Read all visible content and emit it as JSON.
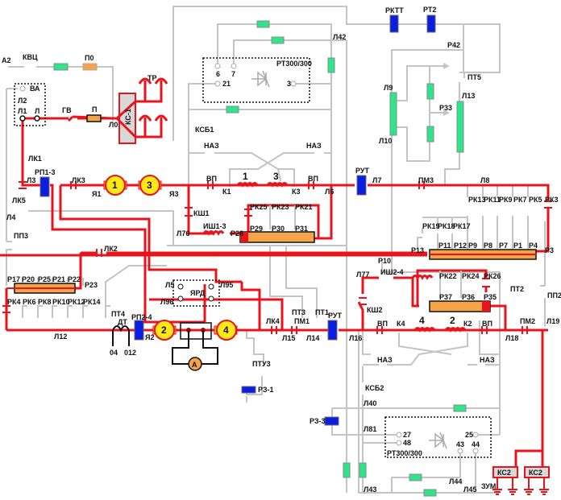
{
  "diagram": {
    "title": "Electrical circuit schematic (traction power circuit)",
    "colors": {
      "energized_wire": "#e8141c",
      "inactive_wire": "#c4c4c4",
      "resistor": "#2de68a",
      "relay_coil": "#0a1ee0",
      "motor": "#ffe81a",
      "rheostat": "#f5a44a"
    },
    "top_left": {
      "a2": "А2",
      "kvc": "КВЦ",
      "p0": "П0",
      "va": "ВА",
      "l2": "Л2",
      "l1": "Л1",
      "l": "Л",
      "gv": "ГВ",
      "p": "П",
      "l0": "Л0",
      "tr": "ТР",
      "ks1": "КС-1",
      "lk1": "ЛК1"
    },
    "rt_top": {
      "name": "РТ300/300",
      "t6": "6",
      "t7": "7",
      "t21": "21",
      "t3": "3",
      "l42": "Л42",
      "ksb1": "КСБ1",
      "naz_left": "НАЗ",
      "naz_right": "НАЗ"
    },
    "top_right": {
      "rktt": "РКТТ",
      "rt2": "РТ2",
      "r42": "Р42",
      "pt5": "ПТ5",
      "l9": "Л9",
      "l10": "Л10",
      "r33": "Р33",
      "l13": "Л13"
    },
    "motor_row_1": {
      "lk5": "ЛК5",
      "l4": "Л4",
      "l3": "Л3",
      "rp13": "РП1-3",
      "lk3": "ЛК3",
      "ya1": "Я1",
      "m1": "1",
      "m3": "3",
      "ya3": "Я3",
      "vp_left": "ВП",
      "k1": "К1",
      "field1": "1",
      "field3": "3",
      "k3": "К3",
      "vp_right": "ВП",
      "l6": "Л6",
      "rut": "РУТ",
      "l7": "Л7",
      "pm3": "ПМ3",
      "l8": "Л8",
      "ksh1": "КШ1",
      "l76": "Л76",
      "ish13": "ИШ1-3",
      "r28": "Р28",
      "rk25": "РК25",
      "rk23": "РК23",
      "rk21": "РК21",
      "r29": "Р29",
      "r30": "Р30",
      "r31": "Р31"
    },
    "rheostat_right": {
      "rk_top": [
        "РК13",
        "РК11",
        "РК9",
        "РК7",
        "РК5",
        "РК3"
      ],
      "rk_mid": [
        "РК19",
        "РК18",
        "РК17"
      ],
      "taps": [
        "Р11",
        "Р12",
        "Р9",
        "Р8",
        "Р7",
        "Р1",
        "Р4"
      ],
      "r13": "Р13",
      "r3": "Р3",
      "r10": "Р10"
    },
    "rheostat_left": {
      "pp3": "ПП3",
      "lk2": "ЛК2",
      "r23": "Р23",
      "taps": [
        "Р17",
        "Р20",
        "Р25",
        "Р21",
        "Р22"
      ],
      "rk": [
        "РК4",
        "РК6",
        "РК8",
        "РК10",
        "РК12",
        "РК14"
      ],
      "l12": "Л12",
      "pt4": "ПТ4",
      "dt": "ДТ",
      "o4": "04",
      "o12": "012"
    },
    "motor_row_2": {
      "rp24": "РП2-4",
      "ya2": "Я2",
      "m2": "2",
      "m4": "4",
      "ammeter": "A",
      "l5": "Л5",
      "l95": "Л95",
      "yard": "ЯРД",
      "l96": "Л96",
      "pt3": "ПТ3",
      "pt1": "ПТ1",
      "lk4": "ЛК4",
      "pm1": "ПМ1",
      "l15": "Л15",
      "l14": "Л14",
      "rut": "РУТ",
      "l16": "Л16",
      "ptu3": "ПТУ3",
      "rz1": "РЗ-1"
    },
    "lower_right": {
      "l77": "Л77",
      "ish24": "ИШ2-4",
      "ksh2": "КШ2",
      "rk22": "РК22",
      "rk24": "РК24",
      "rk26": "РК26",
      "r37": "Р37",
      "r36": "Р36",
      "r35": "Р35",
      "pt2": "ПТ2",
      "pp2": "ПП2",
      "vp_left": "ВП",
      "k4": "К4",
      "field4": "4",
      "field2": "2",
      "k2": "К2",
      "vp_right": "ВП",
      "l18": "Л18",
      "pm2": "ПМ2",
      "l19": "Л19",
      "naz_left": "НАЗ",
      "naz_right": "НАЗ",
      "ksb2": "КСБ2"
    },
    "rt_bottom": {
      "name": "РТ300/300",
      "l40": "Л40",
      "rz3": "РЗ-3",
      "l81": "Л81",
      "t27": "27",
      "t48": "48",
      "t25": "25",
      "t43": "43",
      "t44": "44",
      "l43": "Л43",
      "l44": "Л44",
      "l45": "Л45",
      "ks2a": "КС2",
      "ks2b": "КС2",
      "zum": "ЗУМ"
    }
  }
}
